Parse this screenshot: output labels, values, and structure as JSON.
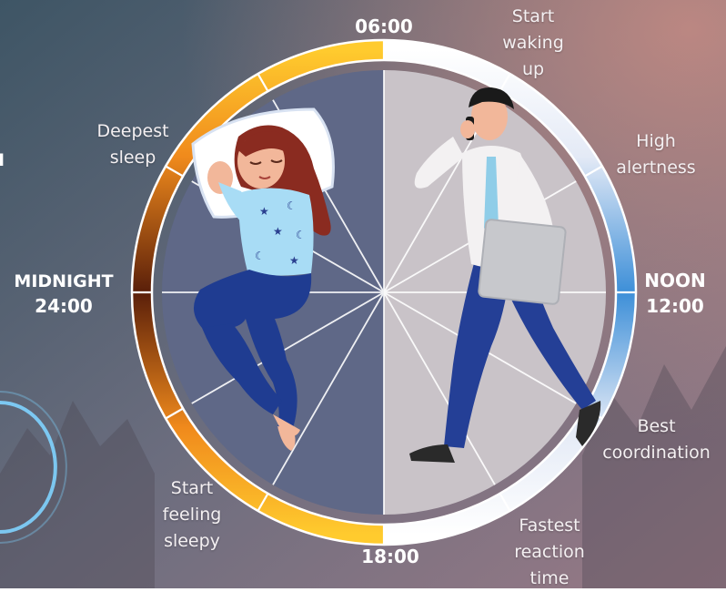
{
  "times": {
    "top": "06:00",
    "right_line1": "NOON",
    "right_line2": "12:00",
    "bottom": "18:00",
    "left_line1": "MIDNIGHT",
    "left_line2": "24:00"
  },
  "annotations": {
    "start_waking": "Start\nwaking\nup",
    "high_alertness": "High\nalertness",
    "best_coordination": "Best\ncoordination",
    "fastest_reaction": "Fastest\nreaction\ntime",
    "start_sleepy": "Start\nfeeling\nsleepy",
    "deepest_sleep": "Deepest\nsleep"
  },
  "clipped_left_text": "I",
  "colors": {
    "night_half": "#5f6887",
    "day_half": "#c9c3c8",
    "ring_dark": "#5a1f0a",
    "ring_orange": "#f08a1c",
    "ring_yellow": "#ffcb2e",
    "ring_blue": "#3d8fd8",
    "shirt_blue": "#9fd3f0",
    "pants_blue": "#1f3c91"
  }
}
